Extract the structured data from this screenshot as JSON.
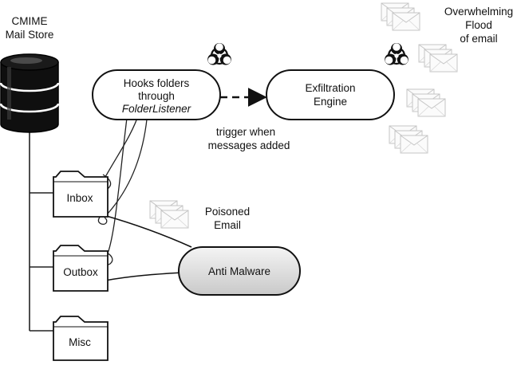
{
  "store": {
    "line1": "CMIME",
    "line2": "Mail Store"
  },
  "folders": {
    "inbox": "Inbox",
    "outbox": "Outbox",
    "misc": "Misc"
  },
  "hooks_node": {
    "line1": "Hooks folders",
    "line2": "through",
    "line3": "FolderListener"
  },
  "exfil_node": {
    "line1": "Exfiltration",
    "line2": "Engine"
  },
  "trigger_label": {
    "line1": "trigger when",
    "line2": "messages added"
  },
  "flood_label": {
    "line1": "Overwhelming",
    "line2": "Flood",
    "line3": "of email"
  },
  "poison_label": {
    "line1": "Poisoned",
    "line2": "Email"
  },
  "antimalware_node": {
    "label": "Anti Malware"
  },
  "icons": {
    "hazard": "biohazard-icon",
    "envelope": "envelope-icon",
    "database": "database-icon",
    "folder": "folder-icon"
  }
}
